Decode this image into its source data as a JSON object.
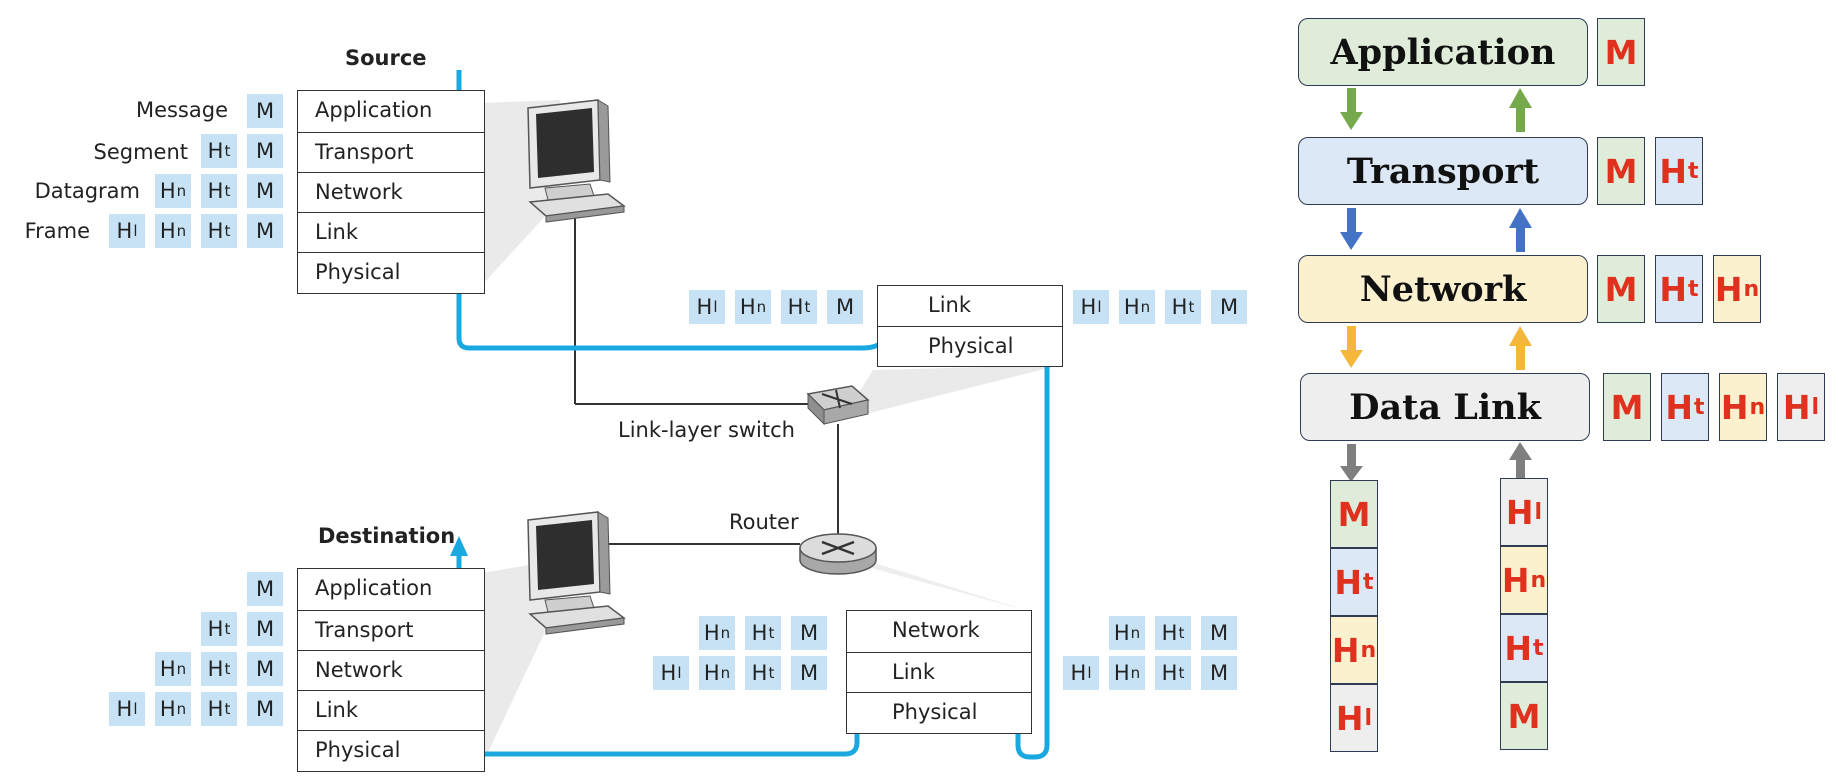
{
  "left": {
    "source_title": "Source",
    "destination_title": "Destination",
    "switch_label": "Link-layer switch",
    "router_label": "Router",
    "row_labels": [
      "Message",
      "Segment",
      "Datagram",
      "Frame"
    ],
    "stack5": [
      "Application",
      "Transport",
      "Network",
      "Link",
      "Physical"
    ],
    "stack2": [
      "Link",
      "Physical"
    ],
    "stack3": [
      "Network",
      "Link",
      "Physical"
    ],
    "h": {
      "link": "H",
      "link_sub": "l",
      "net": "H",
      "net_sub": "n",
      "trans": "H",
      "trans_sub": "t",
      "msg": "M"
    }
  },
  "right": {
    "layers": [
      "Application",
      "Transport",
      "Network",
      "Data Link"
    ],
    "colors": {
      "application": "#dfecd9",
      "transport": "#dce8f6",
      "network": "#fcf1cf",
      "datalink": "#eeeeee",
      "arrow_app": "#76a84c",
      "arrow_trans": "#4472c4",
      "arrow_net": "#f5b73a",
      "arrow_link": "#7f7f7f",
      "path": "#19a8e0",
      "header_fill": "#c6e2f4"
    },
    "tag": {
      "m": "M",
      "h": "H",
      "t": "t",
      "n": "n",
      "l": "l"
    }
  }
}
